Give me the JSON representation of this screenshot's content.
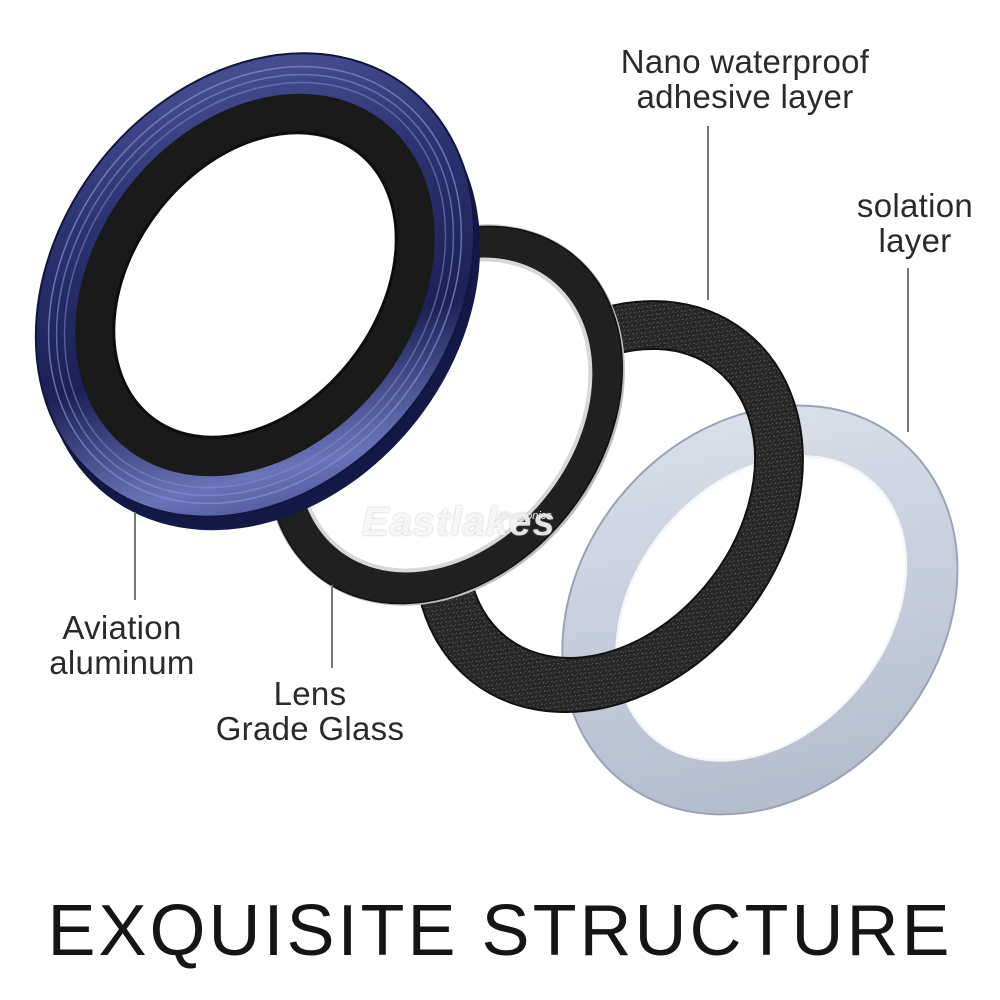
{
  "labels": {
    "aviation": [
      "Aviation",
      "aluminum"
    ],
    "glass": [
      "Lens",
      "Grade Glass"
    ],
    "nano": [
      "Nano waterproof",
      "adhesive layer"
    ],
    "solation": [
      "solation",
      "layer"
    ]
  },
  "title": "EXQUISITE STRUCTURE",
  "watermark": {
    "main": "Eastlakes",
    "sub": "Electronics"
  },
  "colors": {
    "aluminum": "#2a2f6b",
    "glass_rim": "#1f1f1f",
    "adhesive": "#2b2b2b",
    "isolation": "#c9d0dc",
    "leader_line": "#777777"
  }
}
